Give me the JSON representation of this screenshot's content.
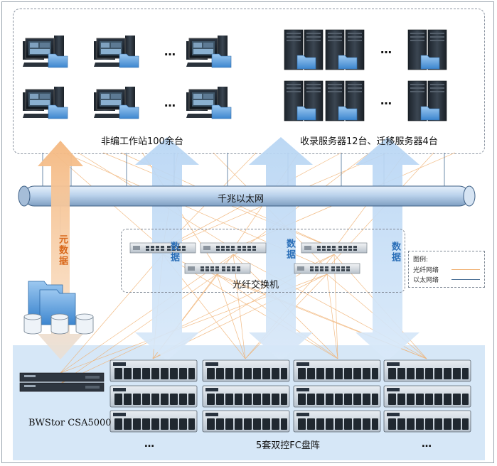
{
  "labels": {
    "workstations": "非编工作站100余台",
    "servers": "收录服务器12台、迁移服务器4台",
    "gigabit_ethernet": "千兆以太网",
    "fc_switch": "光纤交换机",
    "metadata": "元数据",
    "data_1": "数据",
    "data_2": "数据",
    "data_3": "数据",
    "storage_name": "BWStor CSA5000",
    "fc_array": "5套双控FC盘阵",
    "ellipsis": "…",
    "array_ellipsis": "…"
  },
  "legend": {
    "title": "图例:",
    "fiber": "光纤网络",
    "ethernet": "以太网络"
  },
  "colors": {
    "fiber_line": "#f0b070",
    "ethernet_line": "#4a6f96",
    "data_arrow": "#bcd8f5",
    "metadata_arrow": "#f6c79e",
    "panel": "#d6e7f7"
  }
}
